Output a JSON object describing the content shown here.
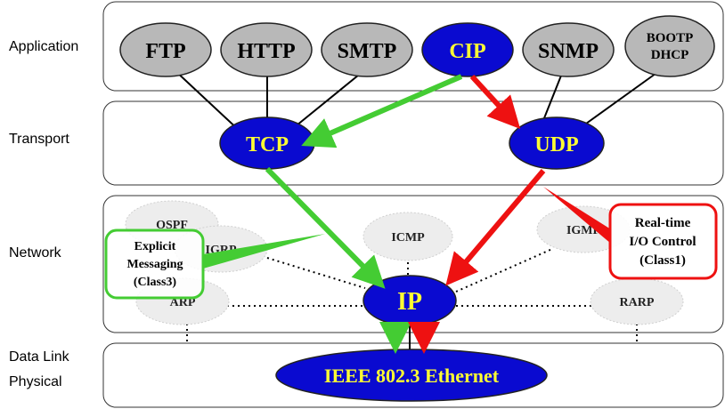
{
  "layers": {
    "application": "Application",
    "transport": "Transport",
    "network": "Network",
    "datalink": "Data Link",
    "physical": "Physical"
  },
  "application_protocols": {
    "ftp": "FTP",
    "http": "HTTP",
    "smtp": "SMTP",
    "cip": "CIP",
    "snmp": "SNMP",
    "bootp": "BOOTP",
    "dhcp": "DHCP"
  },
  "transport_protocols": {
    "tcp": "TCP",
    "udp": "UDP"
  },
  "network_protocols": {
    "ospf": "OSPF",
    "igrp": "IGRP",
    "icmp": "ICMP",
    "igmp": "IGMP",
    "arp": "ARP",
    "rarp": "RARP",
    "ip": "IP"
  },
  "physical_protocol": "IEEE 802.3 Ethernet",
  "callouts": {
    "explicit": {
      "line1": "Explicit",
      "line2": "Messaging",
      "line3": "(Class3)"
    },
    "realtime": {
      "line1": "Real-time",
      "line2": "I/O Control",
      "line3": "(Class1)"
    }
  },
  "colors": {
    "green_path": "#44cc33",
    "red_path": "#ee1111",
    "blue_node": "#0a0ad0",
    "gray_node": "#b8b8b8"
  }
}
